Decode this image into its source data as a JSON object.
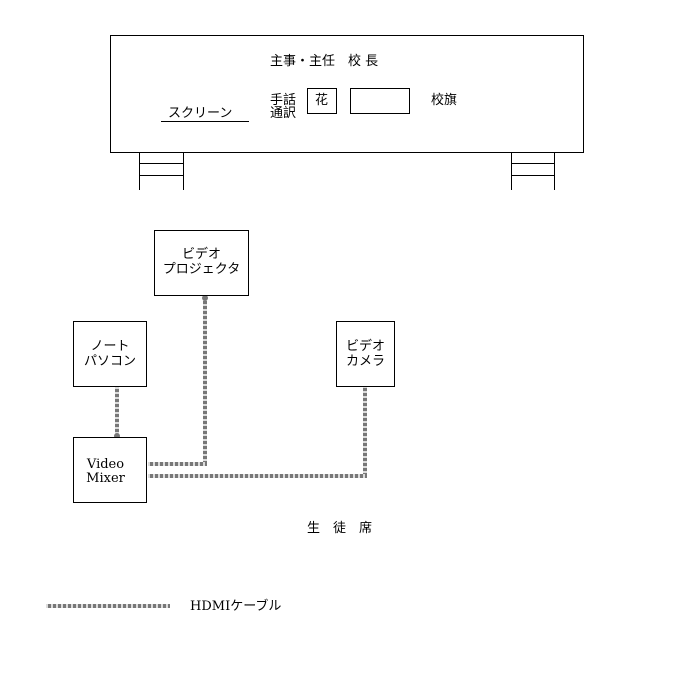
{
  "stage": {
    "principal_row": "主事・主任　校 長",
    "screen": "スクリーン",
    "interpreter_top": "手話",
    "interpreter_bottom": "通訳",
    "flower": "花",
    "school_flag": "校旗"
  },
  "devices": {
    "projector": [
      "ビデオ",
      "プロジェクタ"
    ],
    "laptop": [
      "ノート",
      "パソコン"
    ],
    "camera": [
      "ビデオ",
      "カメラ"
    ],
    "mixer": [
      "Video",
      "Mixer"
    ]
  },
  "seats_label": "生　徒　席",
  "legend": {
    "label": "HDMIケーブル"
  },
  "colors": {
    "cable": "#777777",
    "cable_dash": "#dcdcdc",
    "line": "#000000"
  }
}
